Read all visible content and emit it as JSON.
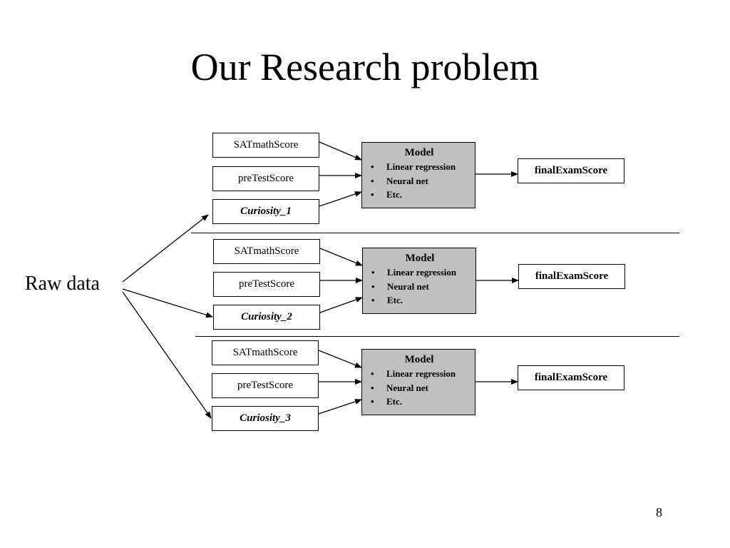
{
  "title": "Our Research problem",
  "raw_data_label": "Raw data",
  "page_number": "8",
  "groups": [
    {
      "inputs": [
        "SATmathScore",
        "preTestScore",
        "Curiosity_1"
      ],
      "model_title": "Model",
      "model_items": [
        "Linear regression",
        "Neural net",
        "Etc."
      ],
      "output": "finalExamScore"
    },
    {
      "inputs": [
        "SATmathScore",
        "preTestScore",
        "Curiosity_2"
      ],
      "model_title": "Model",
      "model_items": [
        "Linear regression",
        "Neural net",
        "Etc."
      ],
      "output": "finalExamScore"
    },
    {
      "inputs": [
        "SATmathScore",
        "preTestScore",
        "Curiosity_3"
      ],
      "model_title": "Model",
      "model_items": [
        "Linear regression",
        "Neural net",
        "Etc."
      ],
      "output": "finalExamScore"
    }
  ]
}
